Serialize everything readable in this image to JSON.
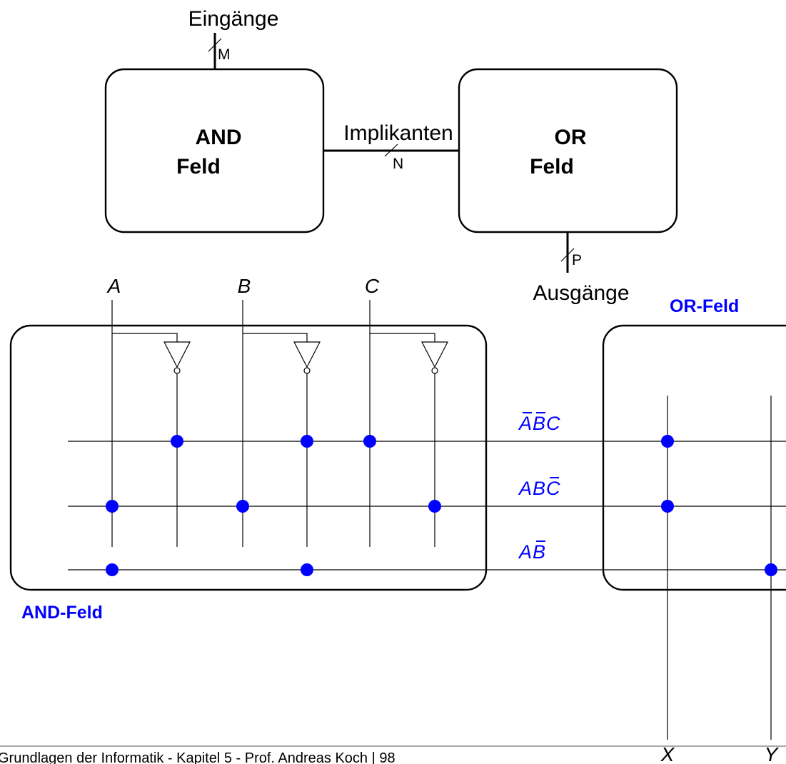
{
  "block_diagram": {
    "and_block": {
      "line1": "AND",
      "line2": "Feld"
    },
    "or_block": {
      "line1": "OR",
      "line2": "Feld"
    },
    "inputs_label": "Eingänge",
    "inputs_width": "M",
    "implicants_label": "Implikanten",
    "implicants_width": "N",
    "outputs_label": "Ausgänge",
    "outputs_width": "P"
  },
  "pla": {
    "inputs": [
      "A",
      "B",
      "C"
    ],
    "and_array_label": "AND-Feld",
    "or_array_label": "OR-Feld",
    "outputs": [
      "X",
      "Y"
    ],
    "terms": [
      {
        "label": {
          "parts": [
            {
              "t": "A",
              "bar": true
            },
            {
              "t": "B",
              "bar": true
            },
            {
              "t": "C",
              "bar": false
            }
          ]
        },
        "and_connections": [
          "A_bar",
          "B_bar",
          "C"
        ],
        "or_connections": [
          "X"
        ]
      },
      {
        "label": {
          "parts": [
            {
              "t": "A",
              "bar": false
            },
            {
              "t": "B",
              "bar": false
            },
            {
              "t": "C",
              "bar": true
            }
          ]
        },
        "and_connections": [
          "A",
          "B",
          "C_bar"
        ],
        "or_connections": [
          "X"
        ]
      },
      {
        "label": {
          "parts": [
            {
              "t": "A",
              "bar": false
            },
            {
              "t": "B",
              "bar": true
            }
          ]
        },
        "and_connections": [
          "A",
          "B_bar"
        ],
        "or_connections": [
          "Y"
        ]
      }
    ]
  },
  "footer": {
    "text": "Grundlagen der Informatik - Kapitel 5 - Prof. Andreas Koch  |  98"
  },
  "colors": {
    "accent": "#0000ff",
    "line": "#000000"
  }
}
